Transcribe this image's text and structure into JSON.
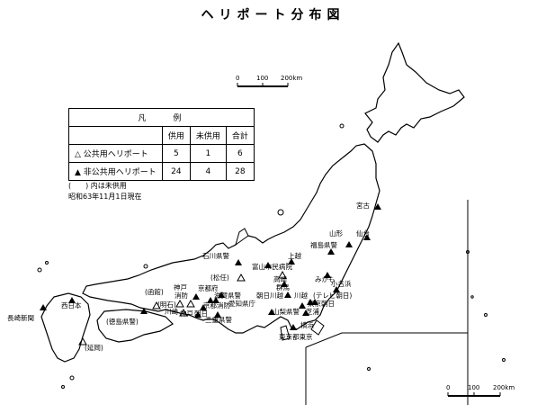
{
  "title": "ヘリポート分布図",
  "legend": {
    "header": "凡　　例",
    "columns": [
      "供用",
      "未供用",
      "合計"
    ],
    "rows": [
      {
        "symbol": "△",
        "label": "公共用ヘリポート",
        "values": [
          "5",
          "1",
          "6"
        ]
      },
      {
        "symbol": "▲",
        "label": "非公共用ヘリポート",
        "values": [
          "24",
          "4",
          "28"
        ]
      }
    ]
  },
  "notes": {
    "unused": "(　　) 内は未供用",
    "date": "昭和63年11月1日現在"
  },
  "scale_bars": {
    "top": [
      "0",
      "100",
      "200km"
    ],
    "bottom": [
      "0",
      "100",
      "200km"
    ]
  },
  "places": {
    "miyako": "宮古",
    "yamagata": "山形",
    "sendai": "仙台",
    "fukushima": "福島県警",
    "joetsu": "上越",
    "toyama": "富山市民病院",
    "ishikawa": "石川県警",
    "matto": "(松任)",
    "takasaki": "高崎",
    "gunma": "群馬",
    "mikamo": "みかも",
    "konahama": "小名浜",
    "asahi_kawagoe": "朝日川越",
    "kawagoe": "川越",
    "tv_asahi": "(テレビ朝日)",
    "tokyo_asahi": "東京朝日",
    "shibaura": "芝浦",
    "yamanashi": "山梨県警",
    "yokohama": "横浜",
    "tokyoto_tokyo": "東京都東京",
    "shiga": "滋賀県警",
    "kyotofu": "京都府",
    "kyoto_shobo": "京都消防",
    "aichi": "愛知県庁",
    "asahi": "朝日",
    "mie": "三重県警",
    "kobe": "神戸",
    "shobo": "消防",
    "hakodate": "(函館)",
    "akashi": "(明石)",
    "kawasaki": "川崎",
    "kobe2": "神戸",
    "tokushima": "(徳島県警)",
    "nishinihon": "西日本",
    "nagasaki": "長崎新聞",
    "nobeoka": "(延岡)"
  }
}
